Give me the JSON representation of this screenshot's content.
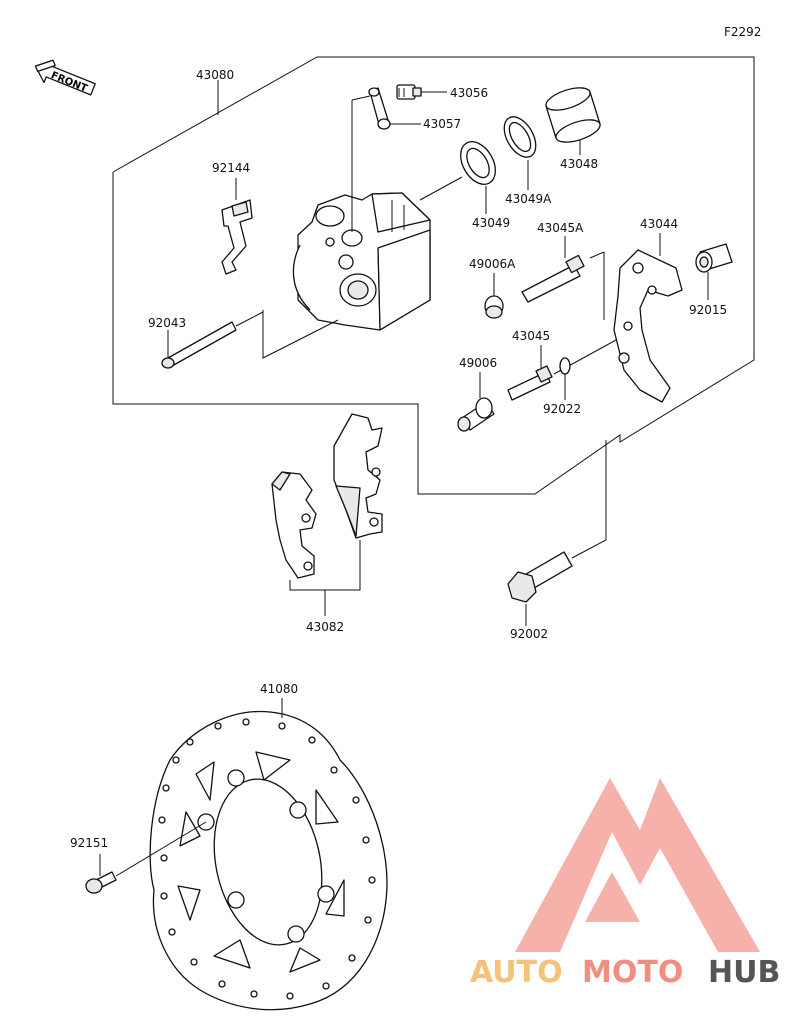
{
  "figure_code": "F2292",
  "front_label": "FRONT",
  "parts": {
    "p43080": "43080",
    "p43056": "43056",
    "p43057": "43057",
    "p43048": "43048",
    "p92144": "92144",
    "p43049A": "43049A",
    "p43049": "43049",
    "p43045A": "43045A",
    "p43044": "43044",
    "p49006A": "49006A",
    "p92015": "92015",
    "p92043": "92043",
    "p43045": "43045",
    "p49006": "49006",
    "p92022": "92022",
    "p43082": "43082",
    "p92002": "92002",
    "p41080": "41080",
    "p92151": "92151"
  },
  "watermark": {
    "part1": "AUTO",
    "part2": "MOTO",
    "part3": "HUB",
    "color1": "#f5c27a",
    "color2": "#f08e82",
    "color3": "#555555",
    "logo_color": "#f4a39b"
  }
}
